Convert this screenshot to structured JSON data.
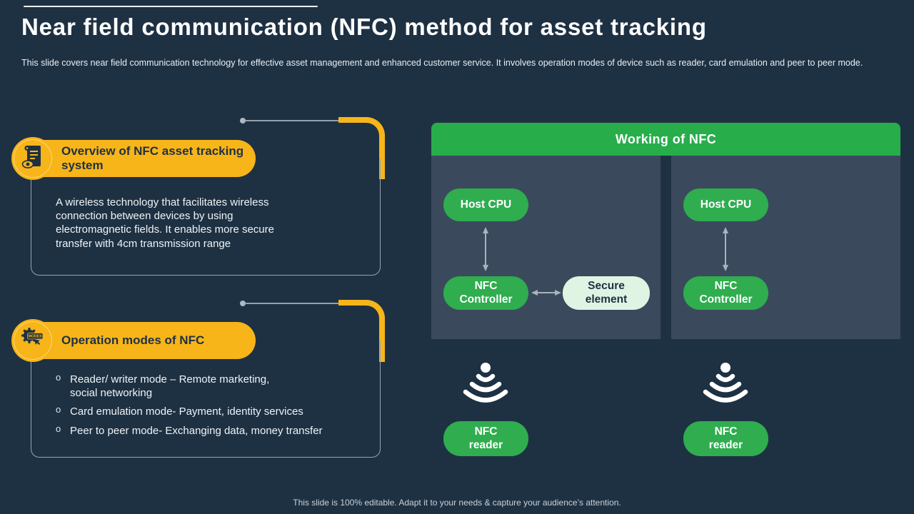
{
  "slide": {
    "title": "Near field communication (NFC) method for asset tracking",
    "subtitle": "This slide covers near field communication technology for effective asset management and enhanced customer service. It involves operation modes of device such as reader, card emulation and peer to peer mode.",
    "footer": "This slide is 100% editable. Adapt it to your needs & capture your audience’s attention."
  },
  "sections": {
    "overview": {
      "heading": "Overview of NFC asset tracking system",
      "body": "A wireless technology that facilitates wireless connection between devices by using electromagnetic fields. It enables more secure transfer with 4cm transmission range"
    },
    "modes": {
      "heading": "Operation modes of NFC",
      "bullets": [
        "Reader/ writer mode – Remote marketing,\nsocial networking",
        "Card emulation mode- Payment, identity services",
        "Peer to peer mode- Exchanging data, money transfer"
      ]
    }
  },
  "diagram": {
    "header": "Working of NFC",
    "device_a": {
      "host": "Host CPU",
      "controller": "NFC\nController",
      "secure": "Secure\nelement",
      "reader": "NFC\nreader"
    },
    "device_b": {
      "host": "Host CPU",
      "controller": "NFC\nController",
      "reader": "NFC\nreader"
    }
  },
  "icons": {
    "overview": "asset-document-eye-icon",
    "modes": "gear-modes-hand-icon",
    "signal": "nfc-signal-icon",
    "modes_badge": "MODES"
  },
  "colors": {
    "background": "#1e3143",
    "panel": "#3a4a5c",
    "accent_yellow": "#f7b519",
    "green_header": "#27ae4b",
    "green_node": "#2fad4f",
    "mint_node": "#dff4e3",
    "outline_gray": "#93a2b0"
  }
}
